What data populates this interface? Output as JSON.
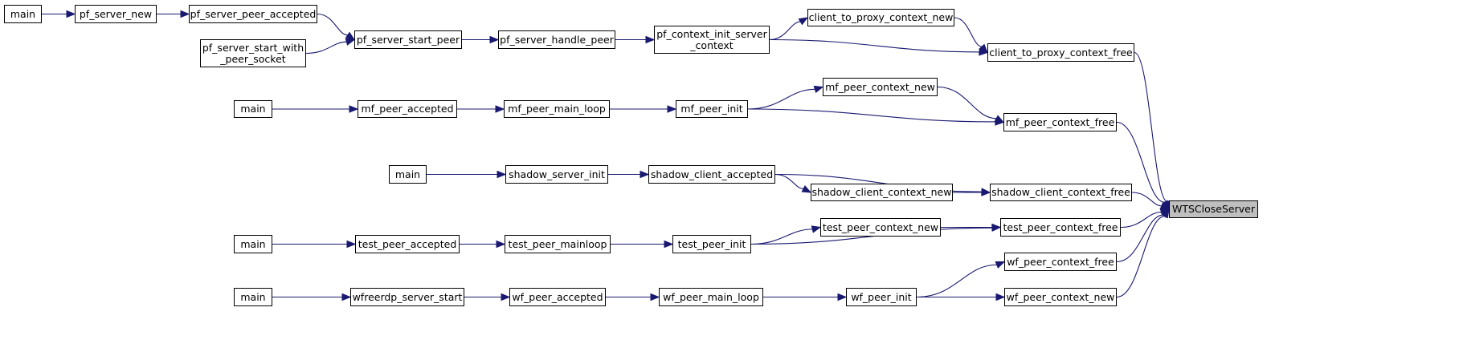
{
  "graph": {
    "nodes": [
      {
        "id": "n_main_pf",
        "label": "main"
      },
      {
        "id": "n_pf_server_new",
        "label": "pf_server_new"
      },
      {
        "id": "n_pf_server_peer_accepted",
        "label": "pf_server_peer_accepted"
      },
      {
        "id": "n_pf_server_start_with_peer_socket",
        "label": "pf_server_start_with\n_peer_socket"
      },
      {
        "id": "n_pf_server_start_peer",
        "label": "pf_server_start_peer"
      },
      {
        "id": "n_pf_server_handle_peer",
        "label": "pf_server_handle_peer"
      },
      {
        "id": "n_pf_context_init_server_context",
        "label": "pf_context_init_server\n_context"
      },
      {
        "id": "n_client_to_proxy_context_new",
        "label": "client_to_proxy_context_new"
      },
      {
        "id": "n_client_to_proxy_context_free",
        "label": "client_to_proxy_context_free"
      },
      {
        "id": "n_main_mf",
        "label": "main"
      },
      {
        "id": "n_mf_peer_accepted",
        "label": "mf_peer_accepted"
      },
      {
        "id": "n_mf_peer_main_loop",
        "label": "mf_peer_main_loop"
      },
      {
        "id": "n_mf_peer_init",
        "label": "mf_peer_init"
      },
      {
        "id": "n_mf_peer_context_new",
        "label": "mf_peer_context_new"
      },
      {
        "id": "n_mf_peer_context_free",
        "label": "mf_peer_context_free"
      },
      {
        "id": "n_main_shadow",
        "label": "main"
      },
      {
        "id": "n_shadow_server_init",
        "label": "shadow_server_init"
      },
      {
        "id": "n_shadow_client_accepted",
        "label": "shadow_client_accepted"
      },
      {
        "id": "n_shadow_client_context_new",
        "label": "shadow_client_context_new"
      },
      {
        "id": "n_shadow_client_context_free",
        "label": "shadow_client_context_free"
      },
      {
        "id": "n_WTSCloseServer",
        "label": "WTSCloseServer"
      },
      {
        "id": "n_main_test",
        "label": "main"
      },
      {
        "id": "n_test_peer_accepted",
        "label": "test_peer_accepted"
      },
      {
        "id": "n_test_peer_mainloop",
        "label": "test_peer_mainloop"
      },
      {
        "id": "n_test_peer_init",
        "label": "test_peer_init"
      },
      {
        "id": "n_test_peer_context_new",
        "label": "test_peer_context_new"
      },
      {
        "id": "n_test_peer_context_free",
        "label": "test_peer_context_free"
      },
      {
        "id": "n_wf_peer_context_free",
        "label": "wf_peer_context_free"
      },
      {
        "id": "n_main_wf",
        "label": "main"
      },
      {
        "id": "n_wfreerdp_server_start",
        "label": "wfreerdp_server_start"
      },
      {
        "id": "n_wf_peer_accepted",
        "label": "wf_peer_accepted"
      },
      {
        "id": "n_wf_peer_main_loop",
        "label": "wf_peer_main_loop"
      },
      {
        "id": "n_wf_peer_init",
        "label": "wf_peer_init"
      },
      {
        "id": "n_wf_peer_context_new",
        "label": "wf_peer_context_new"
      }
    ],
    "edges": [
      {
        "from": "n_main_pf",
        "to": "n_pf_server_new"
      },
      {
        "from": "n_pf_server_new",
        "to": "n_pf_server_peer_accepted"
      },
      {
        "from": "n_pf_server_peer_accepted",
        "to": "n_pf_server_start_peer"
      },
      {
        "from": "n_pf_server_start_with_peer_socket",
        "to": "n_pf_server_start_peer"
      },
      {
        "from": "n_pf_server_start_peer",
        "to": "n_pf_server_handle_peer"
      },
      {
        "from": "n_pf_server_handle_peer",
        "to": "n_pf_context_init_server_context"
      },
      {
        "from": "n_pf_context_init_server_context",
        "to": "n_client_to_proxy_context_new"
      },
      {
        "from": "n_pf_context_init_server_context",
        "to": "n_client_to_proxy_context_free"
      },
      {
        "from": "n_client_to_proxy_context_new",
        "to": "n_client_to_proxy_context_free"
      },
      {
        "from": "n_client_to_proxy_context_free",
        "to": "n_WTSCloseServer"
      },
      {
        "from": "n_main_mf",
        "to": "n_mf_peer_accepted"
      },
      {
        "from": "n_mf_peer_accepted",
        "to": "n_mf_peer_main_loop"
      },
      {
        "from": "n_mf_peer_main_loop",
        "to": "n_mf_peer_init"
      },
      {
        "from": "n_mf_peer_init",
        "to": "n_mf_peer_context_new"
      },
      {
        "from": "n_mf_peer_init",
        "to": "n_mf_peer_context_free"
      },
      {
        "from": "n_mf_peer_context_new",
        "to": "n_mf_peer_context_free"
      },
      {
        "from": "n_mf_peer_context_free",
        "to": "n_WTSCloseServer"
      },
      {
        "from": "n_main_shadow",
        "to": "n_shadow_server_init"
      },
      {
        "from": "n_shadow_server_init",
        "to": "n_shadow_client_accepted"
      },
      {
        "from": "n_shadow_client_accepted",
        "to": "n_shadow_client_context_new"
      },
      {
        "from": "n_shadow_client_accepted",
        "to": "n_shadow_client_context_free"
      },
      {
        "from": "n_shadow_client_context_new",
        "to": "n_shadow_client_context_free"
      },
      {
        "from": "n_shadow_client_context_free",
        "to": "n_WTSCloseServer"
      },
      {
        "from": "n_main_test",
        "to": "n_test_peer_accepted"
      },
      {
        "from": "n_test_peer_accepted",
        "to": "n_test_peer_mainloop"
      },
      {
        "from": "n_test_peer_mainloop",
        "to": "n_test_peer_init"
      },
      {
        "from": "n_test_peer_init",
        "to": "n_test_peer_context_new"
      },
      {
        "from": "n_test_peer_init",
        "to": "n_test_peer_context_free"
      },
      {
        "from": "n_test_peer_context_new",
        "to": "n_test_peer_context_free"
      },
      {
        "from": "n_test_peer_context_free",
        "to": "n_WTSCloseServer"
      },
      {
        "from": "n_main_wf",
        "to": "n_wfreerdp_server_start"
      },
      {
        "from": "n_wfreerdp_server_start",
        "to": "n_wf_peer_accepted"
      },
      {
        "from": "n_wf_peer_accepted",
        "to": "n_wf_peer_main_loop"
      },
      {
        "from": "n_wf_peer_main_loop",
        "to": "n_wf_peer_init"
      },
      {
        "from": "n_wf_peer_init",
        "to": "n_wf_peer_context_free"
      },
      {
        "from": "n_wf_peer_init",
        "to": "n_wf_peer_context_new"
      },
      {
        "from": "n_wf_peer_context_free",
        "to": "n_WTSCloseServer"
      },
      {
        "from": "n_wf_peer_context_new",
        "to": "n_WTSCloseServer"
      }
    ]
  },
  "colors": {
    "edge": "#191970",
    "node_border": "#000000",
    "node_fill": "#ffffff",
    "highlight_fill": "#bfbfbf"
  }
}
